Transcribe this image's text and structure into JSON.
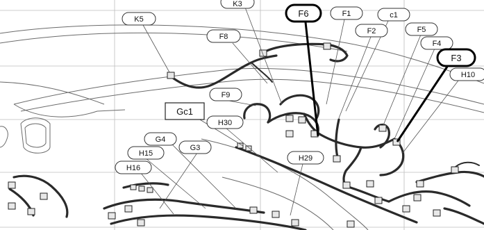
{
  "diagram": {
    "labels": {
      "k3": "K3",
      "k5": "K5",
      "f6": "F6",
      "f1": "F1",
      "c1": "c1",
      "f2": "F2",
      "f5": "F5",
      "f8": "F8",
      "f4": "F4",
      "f3": "F3",
      "h10": "H10",
      "f9": "F9",
      "gc1": "Gc1",
      "h30": "H30",
      "h29": "H29",
      "g4": "G4",
      "g3": "G3",
      "h15": "H15",
      "h16": "H16"
    },
    "highlighted": [
      "F6",
      "F3"
    ]
  }
}
